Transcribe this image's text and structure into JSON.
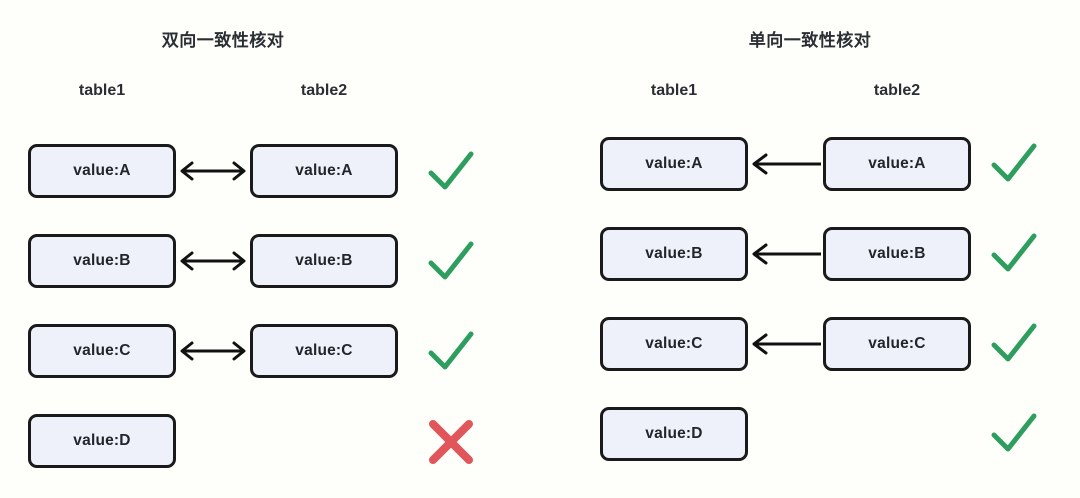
{
  "background_color": "#fefefb",
  "box_fill_color": "#eef1f9",
  "box_border_color": "#1a1a1a",
  "check_color": "#2e9e5f",
  "cross_color": "#e0565a",
  "panels": [
    {
      "id": "bidirectional",
      "title": "双向一致性核对",
      "columns": [
        {
          "label": "table1"
        },
        {
          "label": "table2"
        }
      ],
      "rows": [
        {
          "left_value": "value:A",
          "right_value": "value:A",
          "arrow": "double",
          "mark": "check"
        },
        {
          "left_value": "value:B",
          "right_value": "value:B",
          "arrow": "double",
          "mark": "check"
        },
        {
          "left_value": "value:C",
          "right_value": "value:C",
          "arrow": "double",
          "mark": "check"
        },
        {
          "left_value": "value:D",
          "right_value": "",
          "arrow": "none",
          "mark": "cross"
        }
      ]
    },
    {
      "id": "unidirectional",
      "title": "单向一致性核对",
      "columns": [
        {
          "label": "table1"
        },
        {
          "label": "table2"
        }
      ],
      "rows": [
        {
          "left_value": "value:A",
          "right_value": "value:A",
          "arrow": "left",
          "mark": "check"
        },
        {
          "left_value": "value:B",
          "right_value": "value:B",
          "arrow": "left",
          "mark": "check"
        },
        {
          "left_value": "value:C",
          "right_value": "value:C",
          "arrow": "left",
          "mark": "check"
        },
        {
          "left_value": "value:D",
          "right_value": "",
          "arrow": "none",
          "mark": "check"
        }
      ]
    }
  ],
  "icons": {
    "check": "check-icon",
    "cross": "cross-icon",
    "arrow_double": "double-arrow-icon",
    "arrow_left": "left-arrow-icon"
  }
}
